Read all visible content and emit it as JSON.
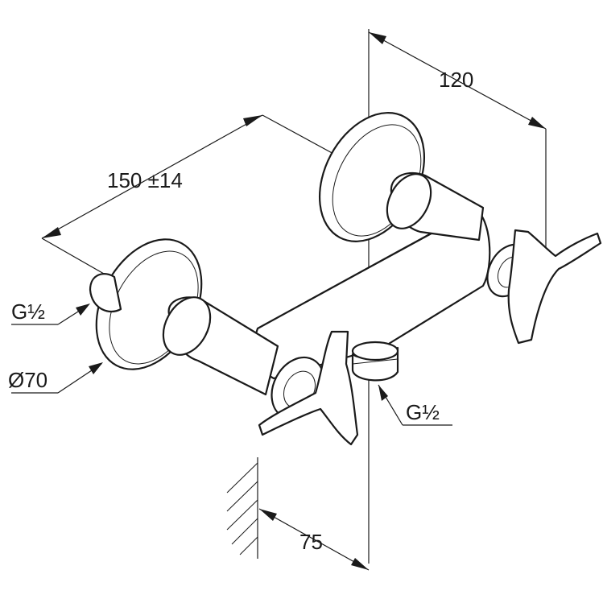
{
  "labels": {
    "dim_width": "120",
    "dim_centers": "150 ±14",
    "thread_inlet": "G½",
    "rosette_diameter": "Ø70",
    "thread_outlet": "G½",
    "dim_wall": "75"
  }
}
